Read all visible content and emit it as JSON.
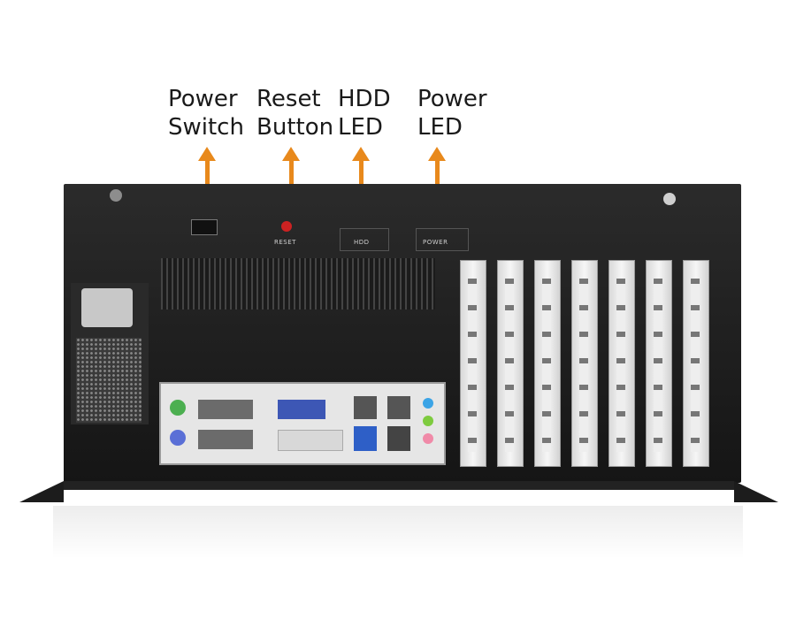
{
  "callouts": [
    {
      "key": "power_switch",
      "text": "Power\nSwitch"
    },
    {
      "key": "reset_button",
      "text": "Reset\nButton"
    },
    {
      "key": "hdd_led",
      "text": "HDD\nLED"
    },
    {
      "key": "power_led",
      "text": "Power\nLED"
    }
  ],
  "panel_labels": {
    "reset": "RESET",
    "hdd": "HDD",
    "power": "POWER"
  },
  "colors": {
    "arrow": "#e8891c",
    "chassis": "#1e1e1e",
    "background": "#ffffff"
  },
  "icons": [
    "power-switch-icon",
    "reset-button-icon",
    "hdd-led-icon",
    "power-led-icon"
  ]
}
